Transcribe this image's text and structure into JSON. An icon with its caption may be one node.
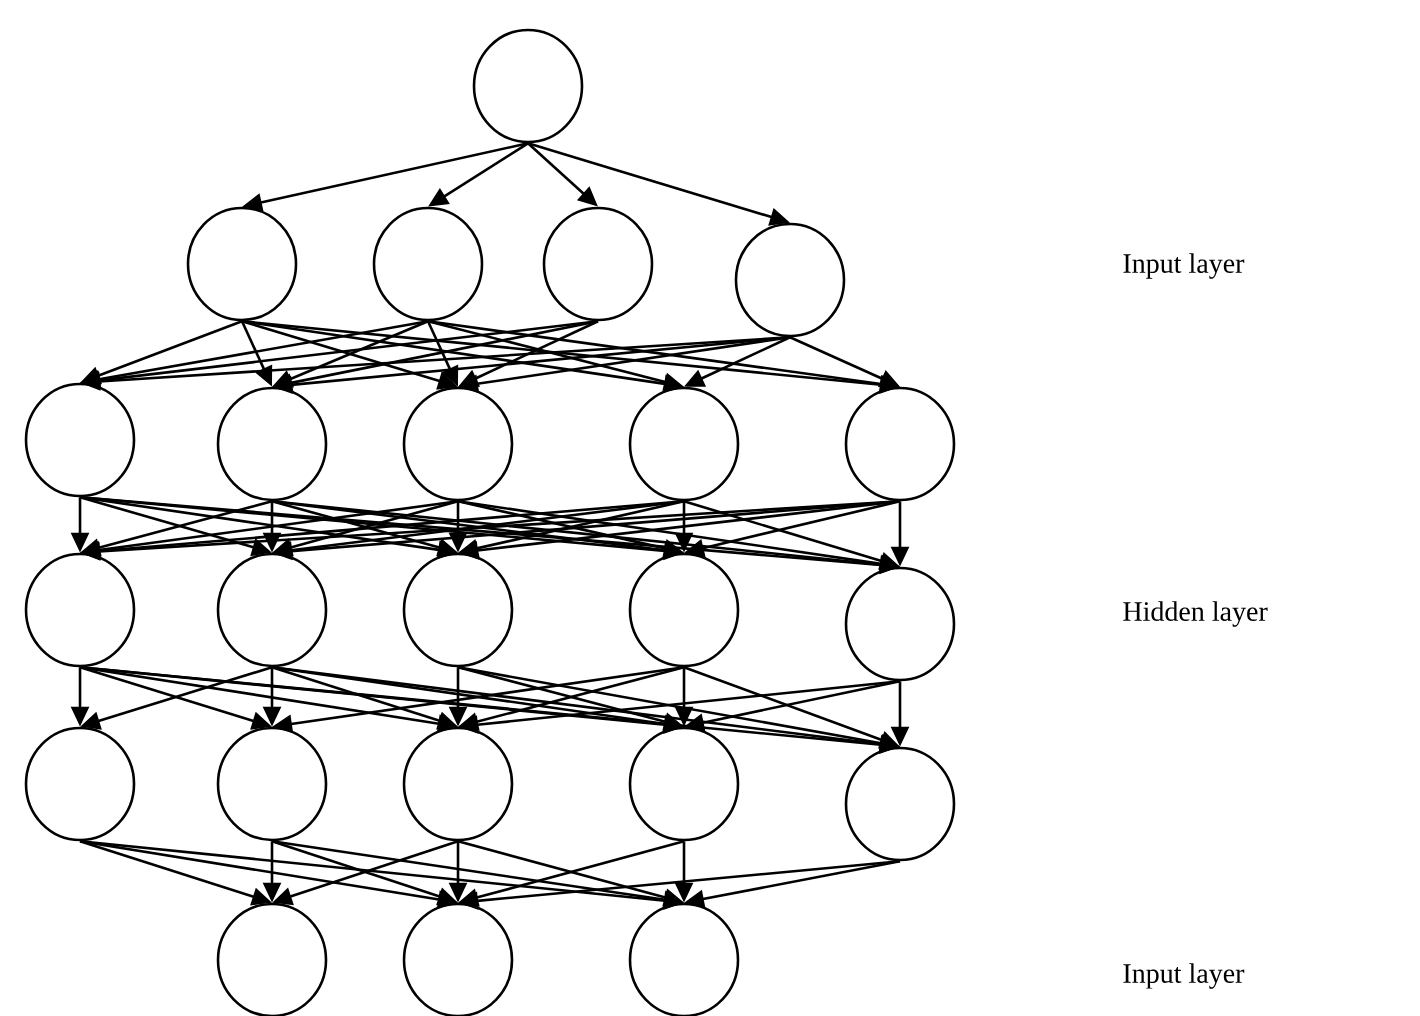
{
  "diagram": {
    "nodes": [
      {
        "text": [],
        "shape": "circle"
      },
      {
        "text": [],
        "shape": "circle"
      },
      {
        "text": [],
        "shape": "circle"
      },
      {
        "text": [],
        "shape": "circle"
      },
      {
        "text": [],
        "shape": "circle"
      },
      {
        "text": [],
        "shape": "circle"
      },
      {
        "text": [],
        "shape": "circle"
      },
      {
        "text": [],
        "shape": "circle"
      },
      {
        "text": [],
        "shape": "circle"
      },
      {
        "text": [],
        "shape": "circle"
      },
      {
        "text": [],
        "shape": "circle"
      },
      {
        "text": [],
        "shape": "circle"
      },
      {
        "text": [],
        "shape": "circle"
      },
      {
        "text": [],
        "shape": "circle"
      },
      {
        "text": [],
        "shape": "circle"
      },
      {
        "text": [],
        "shape": "circle"
      },
      {
        "text": [],
        "shape": "circle"
      },
      {
        "text": [],
        "shape": "circle"
      },
      {
        "text": [],
        "shape": "circle"
      },
      {
        "text": [],
        "shape": "circle"
      },
      {
        "text": [],
        "shape": "circle"
      },
      {
        "text": [],
        "shape": "circle"
      },
      {
        "text": [],
        "shape": "circle"
      }
    ],
    "edges": [
      {
        "from": 0,
        "to": 1,
        "arrow": "to"
      },
      {
        "from": 0,
        "to": 2,
        "arrow": "to"
      },
      {
        "from": 0,
        "to": 3,
        "arrow": "to"
      },
      {
        "from": 0,
        "to": 4,
        "arrow": "to"
      },
      {
        "from": 1,
        "to": 5,
        "arrow": "to"
      },
      {
        "from": 1,
        "to": 6,
        "arrow": "to"
      },
      {
        "from": 1,
        "to": 7,
        "arrow": "to"
      },
      {
        "from": 1,
        "to": 8,
        "arrow": "to"
      },
      {
        "from": 1,
        "to": 9,
        "arrow": "to"
      },
      {
        "from": 2,
        "to": 5,
        "arrow": "to"
      },
      {
        "from": 2,
        "to": 6,
        "arrow": "to"
      },
      {
        "from": 2,
        "to": 7,
        "arrow": "to"
      },
      {
        "from": 2,
        "to": 8,
        "arrow": "to"
      },
      {
        "from": 2,
        "to": 9,
        "arrow": "to"
      },
      {
        "from": 3,
        "to": 5,
        "arrow": "to"
      },
      {
        "from": 3,
        "to": 6,
        "arrow": "to"
      },
      {
        "from": 3,
        "to": 7,
        "arrow": "to"
      },
      {
        "from": 4,
        "to": 5,
        "arrow": "to"
      },
      {
        "from": 4,
        "to": 6,
        "arrow": "to"
      },
      {
        "from": 4,
        "to": 7,
        "arrow": "to"
      },
      {
        "from": 4,
        "to": 8,
        "arrow": "to"
      },
      {
        "from": 4,
        "to": 9,
        "arrow": "to"
      },
      {
        "from": 5,
        "to": 10,
        "arrow": "to"
      },
      {
        "from": 5,
        "to": 11,
        "arrow": "to"
      },
      {
        "from": 5,
        "to": 12,
        "arrow": "to"
      },
      {
        "from": 5,
        "to": 13,
        "arrow": "to"
      },
      {
        "from": 5,
        "to": 14,
        "arrow": "to"
      },
      {
        "from": 6,
        "to": 10,
        "arrow": "to"
      },
      {
        "from": 6,
        "to": 11,
        "arrow": "to"
      },
      {
        "from": 6,
        "to": 12,
        "arrow": "to"
      },
      {
        "from": 6,
        "to": 13,
        "arrow": "to"
      },
      {
        "from": 6,
        "to": 14,
        "arrow": "to"
      },
      {
        "from": 7,
        "to": 10,
        "arrow": "to"
      },
      {
        "from": 7,
        "to": 11,
        "arrow": "to"
      },
      {
        "from": 7,
        "to": 12,
        "arrow": "to"
      },
      {
        "from": 7,
        "to": 13,
        "arrow": "to"
      },
      {
        "from": 7,
        "to": 14,
        "arrow": "to"
      },
      {
        "from": 8,
        "to": 10,
        "arrow": "to"
      },
      {
        "from": 8,
        "to": 11,
        "arrow": "to"
      },
      {
        "from": 8,
        "to": 12,
        "arrow": "to"
      },
      {
        "from": 8,
        "to": 13,
        "arrow": "to"
      },
      {
        "from": 8,
        "to": 14,
        "arrow": "to"
      },
      {
        "from": 9,
        "to": 10,
        "arrow": "to"
      },
      {
        "from": 9,
        "to": 11,
        "arrow": "to"
      },
      {
        "from": 9,
        "to": 12,
        "arrow": "to"
      },
      {
        "from": 9,
        "to": 13,
        "arrow": "to"
      },
      {
        "from": 9,
        "to": 14,
        "arrow": "to"
      },
      {
        "from": 10,
        "to": 15,
        "arrow": "to"
      },
      {
        "from": 10,
        "to": 16,
        "arrow": "to"
      },
      {
        "from": 10,
        "to": 17,
        "arrow": "to"
      },
      {
        "from": 10,
        "to": 18,
        "arrow": "to"
      },
      {
        "from": 10,
        "to": 19,
        "arrow": "to"
      },
      {
        "from": 11,
        "to": 15,
        "arrow": "to"
      },
      {
        "from": 11,
        "to": 16,
        "arrow": "to"
      },
      {
        "from": 11,
        "to": 17,
        "arrow": "to"
      },
      {
        "from": 11,
        "to": 18,
        "arrow": "to"
      },
      {
        "from": 11,
        "to": 19,
        "arrow": "to"
      },
      {
        "from": 12,
        "to": 17,
        "arrow": "to"
      },
      {
        "from": 12,
        "to": 18,
        "arrow": "to"
      },
      {
        "from": 12,
        "to": 19,
        "arrow": "to"
      },
      {
        "from": 13,
        "to": 16,
        "arrow": "to"
      },
      {
        "from": 13,
        "to": 17,
        "arrow": "to"
      },
      {
        "from": 13,
        "to": 18,
        "arrow": "to"
      },
      {
        "from": 13,
        "to": 19,
        "arrow": "to"
      },
      {
        "from": 14,
        "to": 17,
        "arrow": "to"
      },
      {
        "from": 14,
        "to": 18,
        "arrow": "to"
      },
      {
        "from": 14,
        "to": 19,
        "arrow": "to"
      },
      {
        "from": 15,
        "to": 20,
        "arrow": "to"
      },
      {
        "from": 15,
        "to": 21,
        "arrow": "to"
      },
      {
        "from": 15,
        "to": 22,
        "arrow": "to"
      },
      {
        "from": 16,
        "to": 20,
        "arrow": "to"
      },
      {
        "from": 16,
        "to": 21,
        "arrow": "to"
      },
      {
        "from": 16,
        "to": 22,
        "arrow": "to"
      },
      {
        "from": 17,
        "to": 20,
        "arrow": "to"
      },
      {
        "from": 17,
        "to": 21,
        "arrow": "to"
      },
      {
        "from": 17,
        "to": 22,
        "arrow": "to"
      },
      {
        "from": 18,
        "to": 21,
        "arrow": "to"
      },
      {
        "from": 18,
        "to": 22,
        "arrow": "to"
      },
      {
        "from": 19,
        "to": 21,
        "arrow": "to"
      },
      {
        "from": 19,
        "to": 22,
        "arrow": "to"
      }
    ],
    "labels": [
      "Input layer",
      "Hidden layer",
      "Input layer"
    ]
  }
}
